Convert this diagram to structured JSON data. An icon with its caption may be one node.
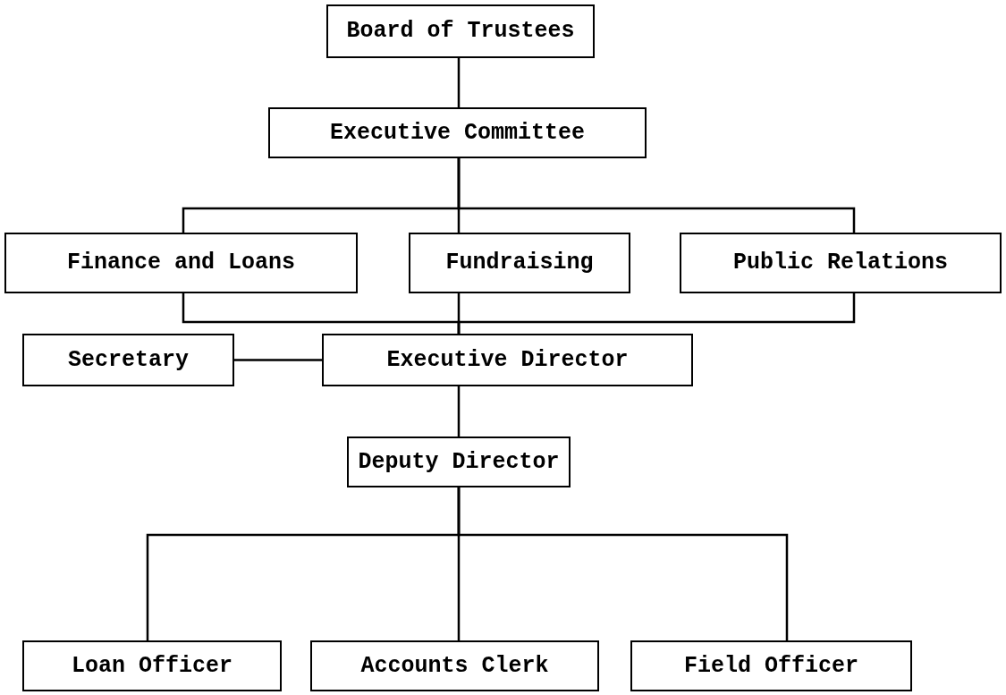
{
  "diagram": {
    "nodes": [
      {
        "text": [
          "Board of Trustees"
        ]
      },
      {
        "text": [
          "Executive Committee"
        ]
      },
      {
        "text": [
          "Finance and Loans"
        ]
      },
      {
        "text": [
          "Fundraising"
        ]
      },
      {
        "text": [
          "Public Relations"
        ]
      },
      {
        "text": [
          "Secretary"
        ]
      },
      {
        "text": [
          "Executive Director"
        ]
      },
      {
        "text": [
          "Deputy Director"
        ]
      },
      {
        "text": [
          "Loan Officer"
        ]
      },
      {
        "text": [
          "Accounts Clerk"
        ]
      },
      {
        "text": [
          "Field Officer"
        ]
      }
    ],
    "edges": [
      {
        "from": 0,
        "to": 1,
        "arrow": "none"
      },
      {
        "from": 1,
        "to": 2,
        "arrow": "none"
      },
      {
        "from": 1,
        "to": 3,
        "arrow": "none"
      },
      {
        "from": 1,
        "to": 4,
        "arrow": "none"
      },
      {
        "from": 2,
        "to": 6,
        "arrow": "none"
      },
      {
        "from": 3,
        "to": 6,
        "arrow": "none"
      },
      {
        "from": 4,
        "to": 6,
        "arrow": "none"
      },
      {
        "from": 5,
        "to": 6,
        "arrow": "none"
      },
      {
        "from": 6,
        "to": 7,
        "arrow": "none"
      },
      {
        "from": 7,
        "to": 8,
        "arrow": "none"
      },
      {
        "from": 7,
        "to": 9,
        "arrow": "none"
      },
      {
        "from": 7,
        "to": 10,
        "arrow": "none"
      }
    ]
  }
}
